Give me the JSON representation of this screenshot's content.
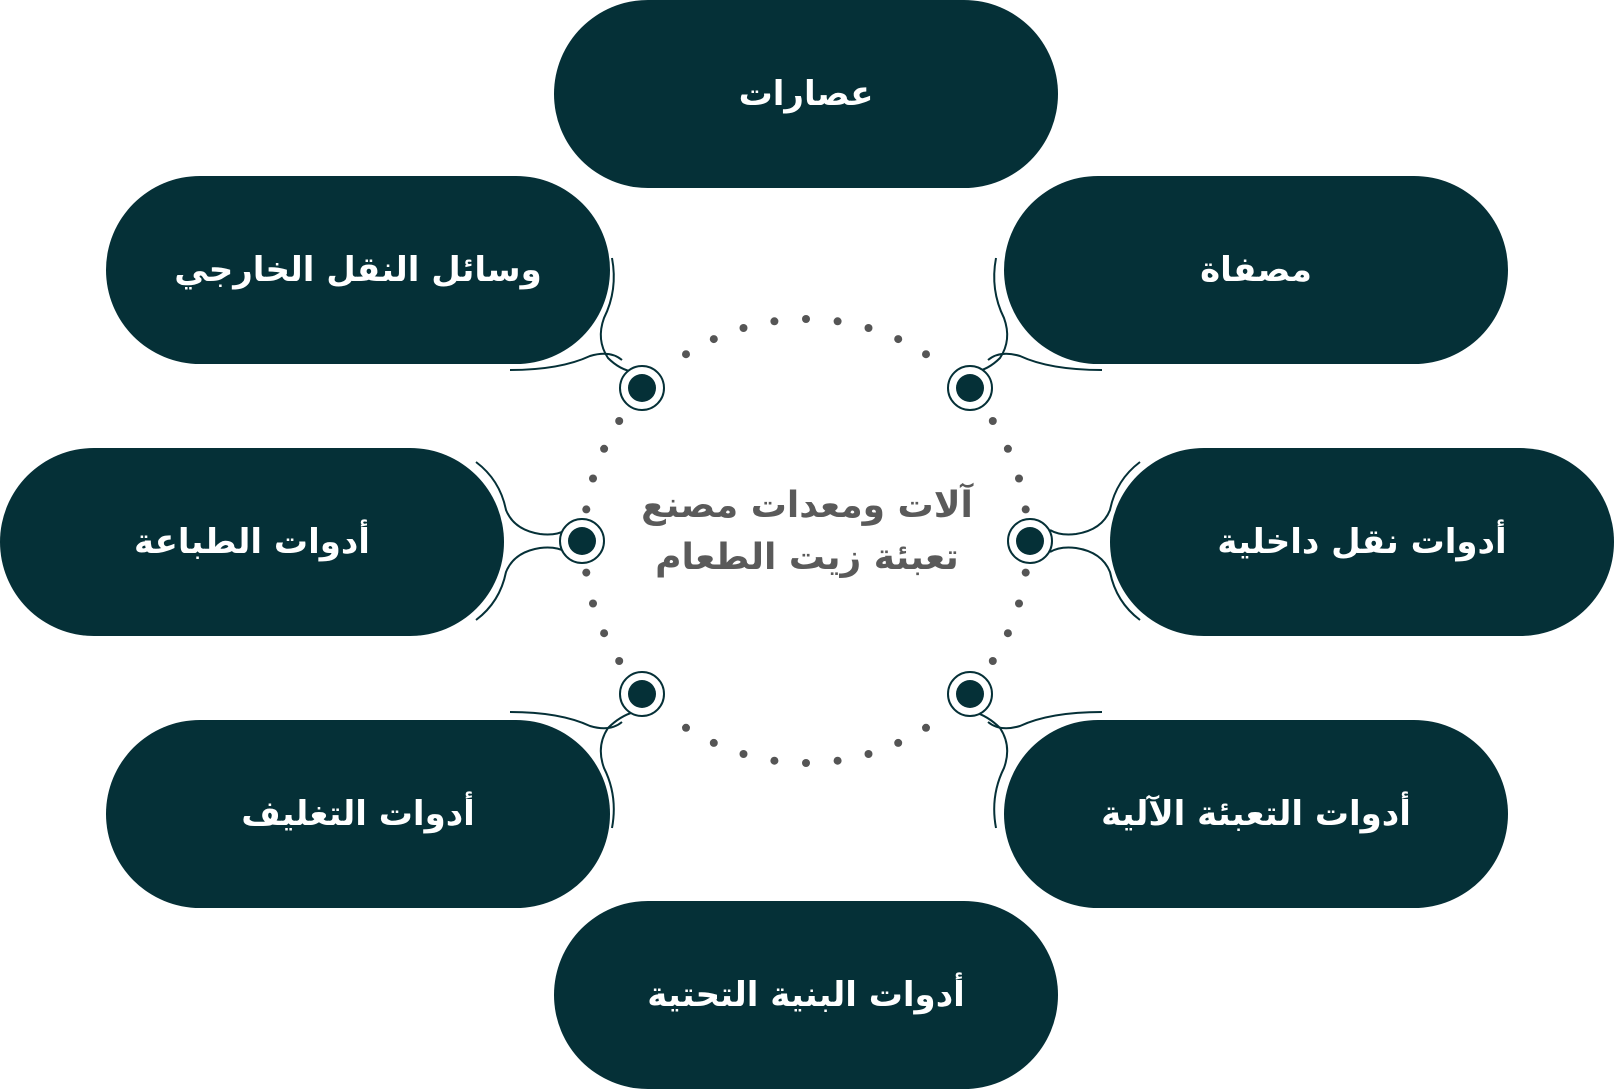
{
  "diagram": {
    "center_title_line1": "آلات ومعدات مصنع",
    "center_title_line2": "تعبئة زيت الطعام",
    "items": [
      {
        "id": "top",
        "label": "عصارات"
      },
      {
        "id": "upper_right",
        "label": "مصفاة"
      },
      {
        "id": "upper_left",
        "label": "وسائل النقل الخارجي"
      },
      {
        "id": "mid_right",
        "label": "أدوات نقل داخلية"
      },
      {
        "id": "mid_left",
        "label": "أدوات الطباعة"
      },
      {
        "id": "lower_right",
        "label": "أدوات التعبئة الآلية"
      },
      {
        "id": "lower_left",
        "label": "أدوات التغليف"
      },
      {
        "id": "bottom",
        "label": "أدوات البنية التحتية"
      }
    ]
  },
  "colors": {
    "pill_fill": "#053037",
    "pill_text": "#ffffff",
    "center_text": "#5a5a5a",
    "dots": "#555555",
    "connector_stroke": "#053037"
  }
}
